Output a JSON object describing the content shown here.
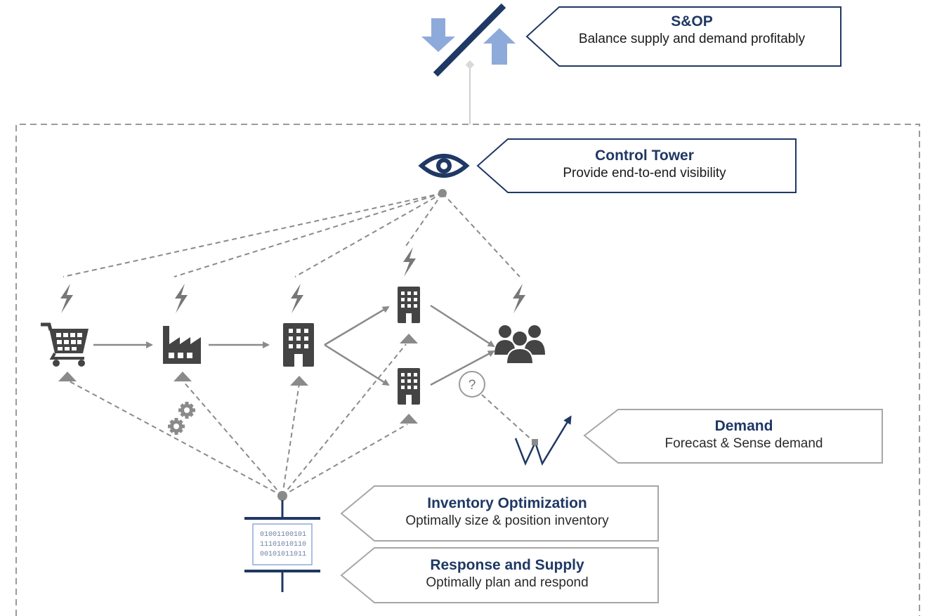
{
  "callouts": {
    "sop": {
      "title": "S&OP",
      "subtitle": "Balance supply and demand profitably"
    },
    "control_tower": {
      "title": "Control Tower",
      "subtitle": "Provide end-to-end visibility"
    },
    "demand": {
      "title": "Demand",
      "subtitle": "Forecast & Sense demand"
    },
    "inventory": {
      "title": "Inventory Optimization",
      "subtitle": "Optimally size & position inventory"
    },
    "response": {
      "title": "Response and Supply",
      "subtitle": "Optimally plan and respond"
    }
  },
  "binary_lines": [
    "01001100101",
    "11101010110",
    "00101011011"
  ],
  "question_mark": "?",
  "colors": {
    "navy": "#1f3864",
    "arrow_blue": "#8eaadb",
    "icon_dark": "#444444",
    "line_gray": "#8a8a8a",
    "border_gray": "#a6a6a6"
  },
  "icons": {
    "sop": [
      "down-arrow-icon",
      "slash-icon",
      "up-arrow-icon"
    ],
    "network": [
      "shopping-cart-icon",
      "factory-icon",
      "warehouse-building-icon",
      "distribution-center-icon",
      "distribution-center-icon",
      "customers-group-icon"
    ],
    "signals": [
      "lightning-icon",
      "gears-icon",
      "eye-icon",
      "question-mark-icon",
      "trend-arrow-icon",
      "database-icon"
    ]
  }
}
